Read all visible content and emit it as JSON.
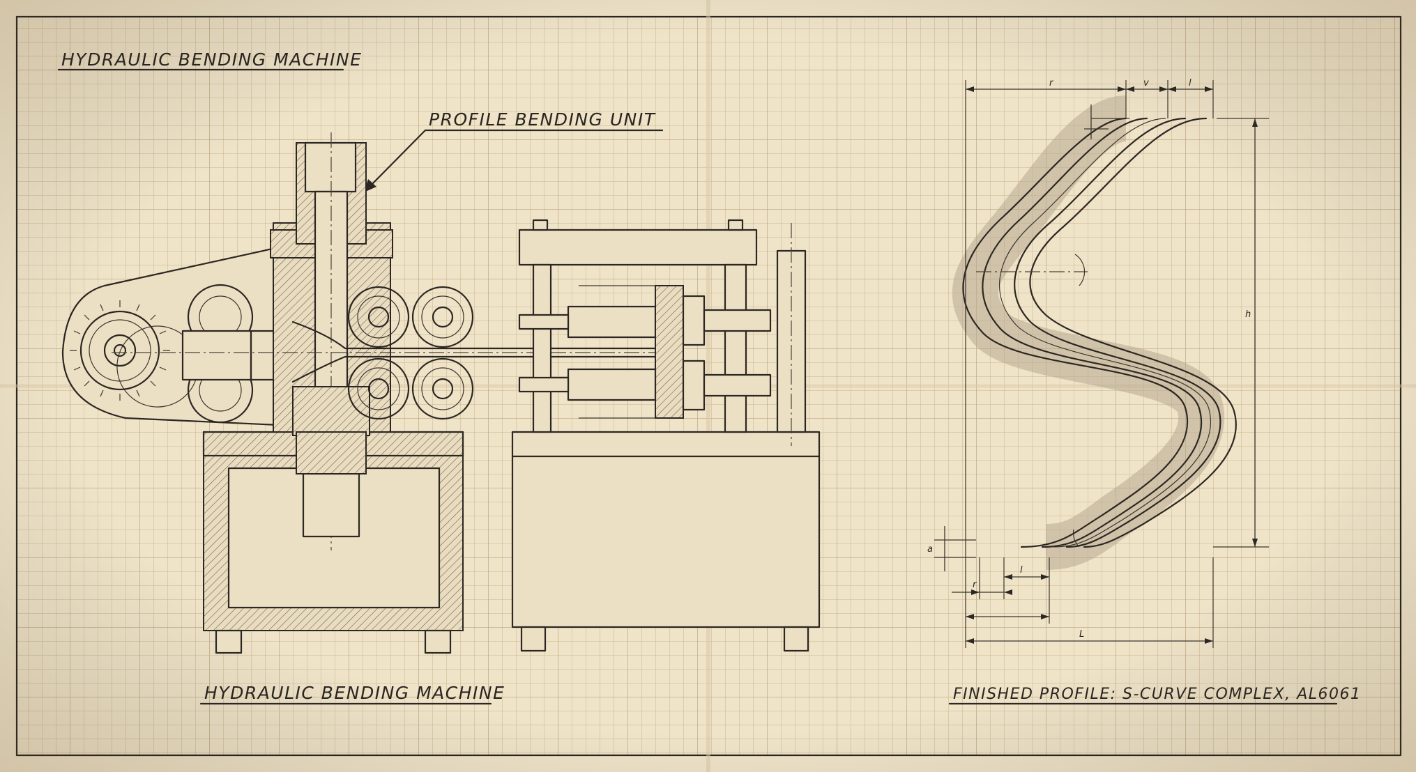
{
  "title_top": "HYDRAULIC BENDING MACHINE",
  "callout": "PROFILE BENDING UNIT",
  "caption_machine": "HYDRAULIC BENDING MACHINE",
  "caption_profile": "FINISHED PROFILE: S-CURVE COMPLEX, AL6061",
  "dimensions": {
    "top_1": "r",
    "top_2": "v",
    "top_3": "l",
    "height": "h",
    "thickness": "a",
    "bottom_1": "r",
    "bottom_2": "l",
    "overall": "L"
  },
  "colors": {
    "paper": "#efe3c8",
    "grid": "#c9b48f",
    "ink": "#2c2722"
  }
}
